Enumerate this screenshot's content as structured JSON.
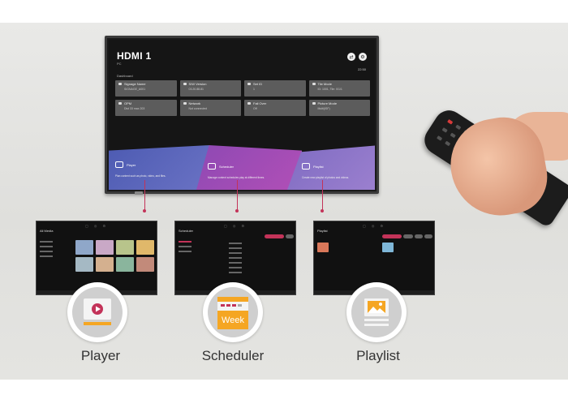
{
  "tv": {
    "title": "HDMI 1",
    "subtitle": "PC",
    "time": "22:50",
    "dashboard_label": "Dashboard",
    "tiles": [
      {
        "name": "Signage Name",
        "value": "SIGNAGE_A001"
      },
      {
        "name": "S/W Version",
        "value": "03.20.88.81"
      },
      {
        "name": "Set ID",
        "value": "1"
      },
      {
        "name": "Tile Mode",
        "value": "ID: 1001, Tile: 0/1/1"
      },
      {
        "name": "OPM",
        "value": "Dist 33 max 203"
      },
      {
        "name": "Network",
        "value": "Not connected"
      },
      {
        "name": "Fail Over",
        "value": "Off"
      },
      {
        "name": "Picture Mode",
        "value": "Multi(ISF)"
      }
    ],
    "cards": [
      {
        "name": "Player",
        "desc": "Plan content such as photo, video, and files."
      },
      {
        "name": "Scheduler",
        "desc": "Manage content schedules play at different times."
      },
      {
        "name": "Playlist",
        "desc": "Create new playlist of photos and videos."
      }
    ]
  },
  "screens": {
    "player_title": "All Media",
    "scheduler_title": "Scheduler",
    "playlist_title": "Playlist"
  },
  "features": [
    {
      "label": "Player",
      "icon": "play-icon"
    },
    {
      "label": "Scheduler",
      "icon": "calendar-week-icon",
      "icon_text": "Week"
    },
    {
      "label": "Playlist",
      "icon": "picture-list-icon"
    }
  ],
  "colors": {
    "accent": "#c33359",
    "player_card": "#5a64bb",
    "scheduler_card": "#a14cb5",
    "playlist_card": "#8d77c8"
  }
}
